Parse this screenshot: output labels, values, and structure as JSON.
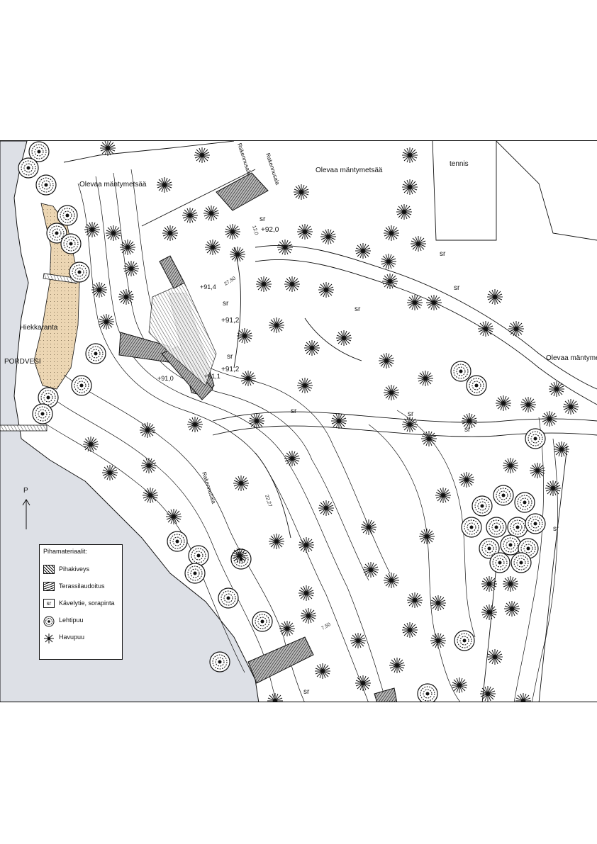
{
  "map": {
    "labels": {
      "forest_1": "Olevaa mäntymetsää",
      "forest_2": "Olevaa mäntymetsää",
      "forest_3": "Olevaa mäntymetsä",
      "tennis": "tennis",
      "beach": "Hiekkaranta",
      "lake": "PORDVESI",
      "north": "P",
      "road_1": "Rakennusala",
      "road_2": "Rakennusala",
      "road_3": "Rakennusala",
      "elev_1": "+92,0",
      "elev_2": "+91,2",
      "elev_3": "+91,2",
      "elev_4": "+91,4",
      "elev_5": "+91,1",
      "elev_6": "+91,0",
      "dim_1": "27,50",
      "dim_2": "12,0",
      "dim_3": "22,27",
      "dim_4": "7,50",
      "sr": "sr"
    },
    "colors": {
      "water": "#dde0e6",
      "sand": "#ecd6b3",
      "line": "#111111"
    }
  },
  "legend": {
    "title": "Pihamateriaalit:",
    "items": [
      {
        "label": "Pihakiveys",
        "icon": "paving-hatch-icon"
      },
      {
        "label": "Terassilaudoitus",
        "icon": "decking-hatch-icon"
      },
      {
        "label": "Kävelytie, sorapinta",
        "icon": "gravel-path-icon",
        "symbol": "sr"
      },
      {
        "label": "Lehtipuu",
        "icon": "deciduous-tree-icon"
      },
      {
        "label": "Havupuu",
        "icon": "conifer-tree-icon"
      }
    ]
  }
}
